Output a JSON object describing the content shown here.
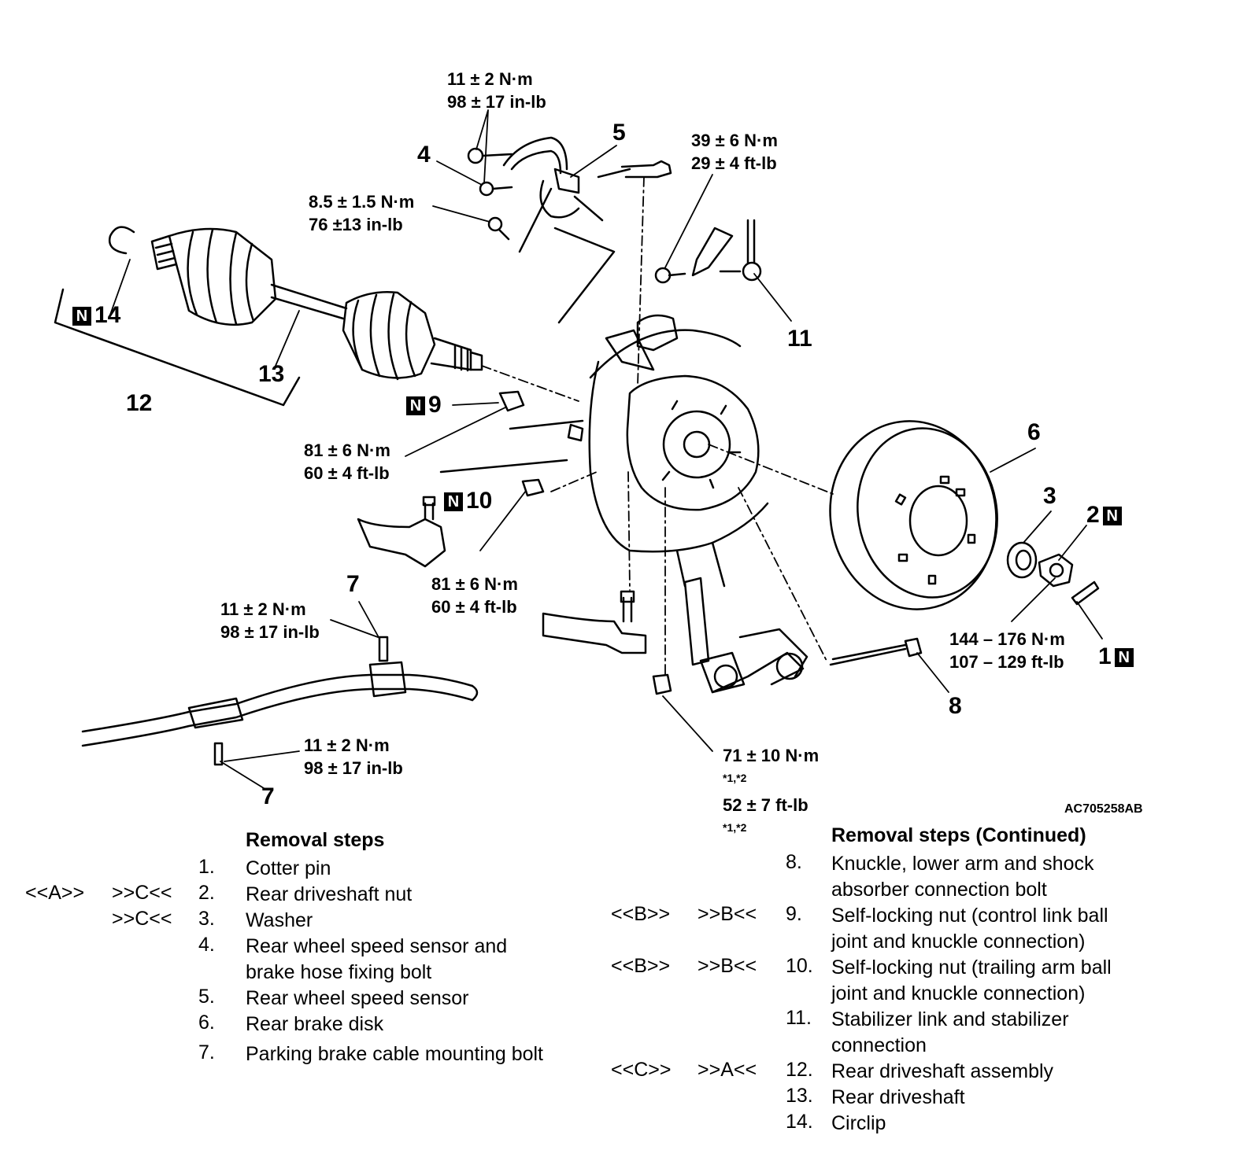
{
  "figure_id": "AC705258AB",
  "callouts": {
    "c1": "1",
    "c2": "2",
    "c3": "3",
    "c4": "4",
    "c5": "5",
    "c6": "6",
    "c7a": "7",
    "c7b": "7",
    "c8": "8",
    "c9": "9",
    "c10": "10",
    "c11": "11",
    "c12": "12",
    "c13": "13",
    "c14": "14",
    "n_mark": "N"
  },
  "torques": {
    "t_top": [
      "11 ± 2 N·m",
      "98 ± 17 in-lb"
    ],
    "t_sensor": [
      "8.5 ± 1.5 N·m",
      "76 ±13 in-lb"
    ],
    "t_stab": [
      "39 ± 6 N·m",
      "29 ± 4 ft-lb"
    ],
    "t_nut9": [
      "81 ± 6 N·m",
      "60 ± 4 ft-lb"
    ],
    "t_nut10": [
      "81 ± 6 N·m",
      "60 ± 4 ft-lb"
    ],
    "t_cable_top": [
      "11 ± 2 N·m",
      "98 ± 17 in-lb"
    ],
    "t_cable_bot": [
      "11 ± 2 N·m",
      "98 ± 17 in-lb"
    ],
    "t_hub": [
      "144 – 176 N·m",
      "107 – 129 ft-lb"
    ],
    "t_bolt8_1": "71 ± 10 N·m",
    "t_bolt8_1_sup": "*1,*2",
    "t_bolt8_2": "52 ± 7 ft-lb",
    "t_bolt8_2_sup": "*1,*2"
  },
  "removal_left": {
    "heading": "Removal steps",
    "items": [
      {
        "c1": "",
        "c2": "",
        "num": "1.",
        "text": [
          "Cotter pin"
        ]
      },
      {
        "c1": "<<A>>",
        "c2": ">>C<<",
        "num": "2.",
        "text": [
          "Rear driveshaft nut"
        ]
      },
      {
        "c1": "",
        "c2": ">>C<<",
        "num": "3.",
        "text": [
          "Washer"
        ]
      },
      {
        "c1": "",
        "c2": "",
        "num": "4.",
        "text": [
          "Rear wheel speed sensor and",
          "brake hose fixing bolt"
        ]
      },
      {
        "c1": "",
        "c2": "",
        "num": "5.",
        "text": [
          "Rear wheel speed sensor"
        ]
      },
      {
        "c1": "",
        "c2": "",
        "num": "6.",
        "text": [
          "Rear brake disk"
        ]
      },
      {
        "c1": "",
        "c2": "",
        "num": "7.",
        "text": [
          "Parking brake cable mounting bolt"
        ]
      }
    ]
  },
  "removal_right": {
    "heading": "Removal steps (Continued)",
    "items": [
      {
        "c1": "",
        "c2": "",
        "num": "8.",
        "text": [
          "Knuckle, lower arm and shock",
          "absorber connection bolt"
        ]
      },
      {
        "c1": "<<B>>",
        "c2": ">>B<<",
        "num": "9.",
        "text": [
          "Self-locking nut (control link ball",
          "joint and knuckle connection)"
        ]
      },
      {
        "c1": "<<B>>",
        "c2": ">>B<<",
        "num": "10.",
        "text": [
          "Self-locking nut (trailing arm ball",
          "joint and knuckle connection)"
        ]
      },
      {
        "c1": "",
        "c2": "",
        "num": "11.",
        "text": [
          "Stabilizer link and stabilizer",
          "connection"
        ]
      },
      {
        "c1": "<<C>>",
        "c2": ">>A<<",
        "num": "12.",
        "text": [
          "Rear driveshaft assembly"
        ]
      },
      {
        "c1": "",
        "c2": "",
        "num": "13.",
        "text": [
          "Rear driveshaft"
        ]
      },
      {
        "c1": "",
        "c2": "",
        "num": "14.",
        "text": [
          "Circlip"
        ]
      }
    ]
  }
}
